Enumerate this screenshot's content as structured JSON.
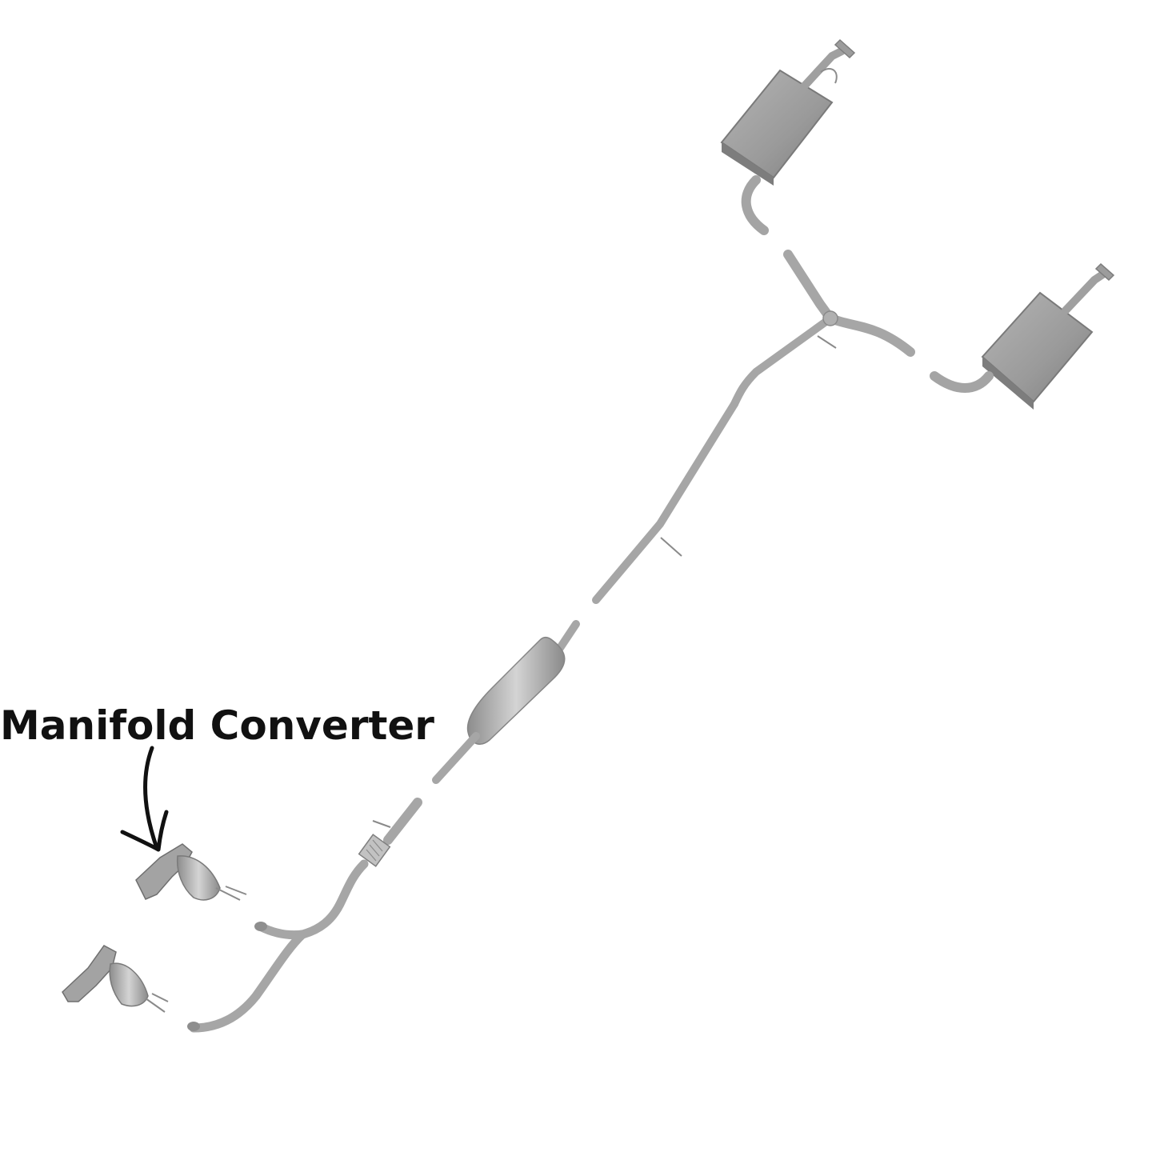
{
  "annotation": {
    "label": "Manifold Converter"
  },
  "colors": {
    "background": "#ffffff",
    "pipe": "#a6a6a6",
    "pipe_edge": "#8a8a8a",
    "muffler": "#9e9e9e",
    "muffler_dark": "#7d7d7d",
    "arrow": "#111111"
  },
  "components": [
    "rear-muffler-left",
    "rear-muffler-right",
    "y-pipe-rear",
    "intermediate-pipe",
    "resonator",
    "flex-pipe",
    "front-y-pipe",
    "manifold-converter-upper",
    "manifold-converter-lower"
  ]
}
